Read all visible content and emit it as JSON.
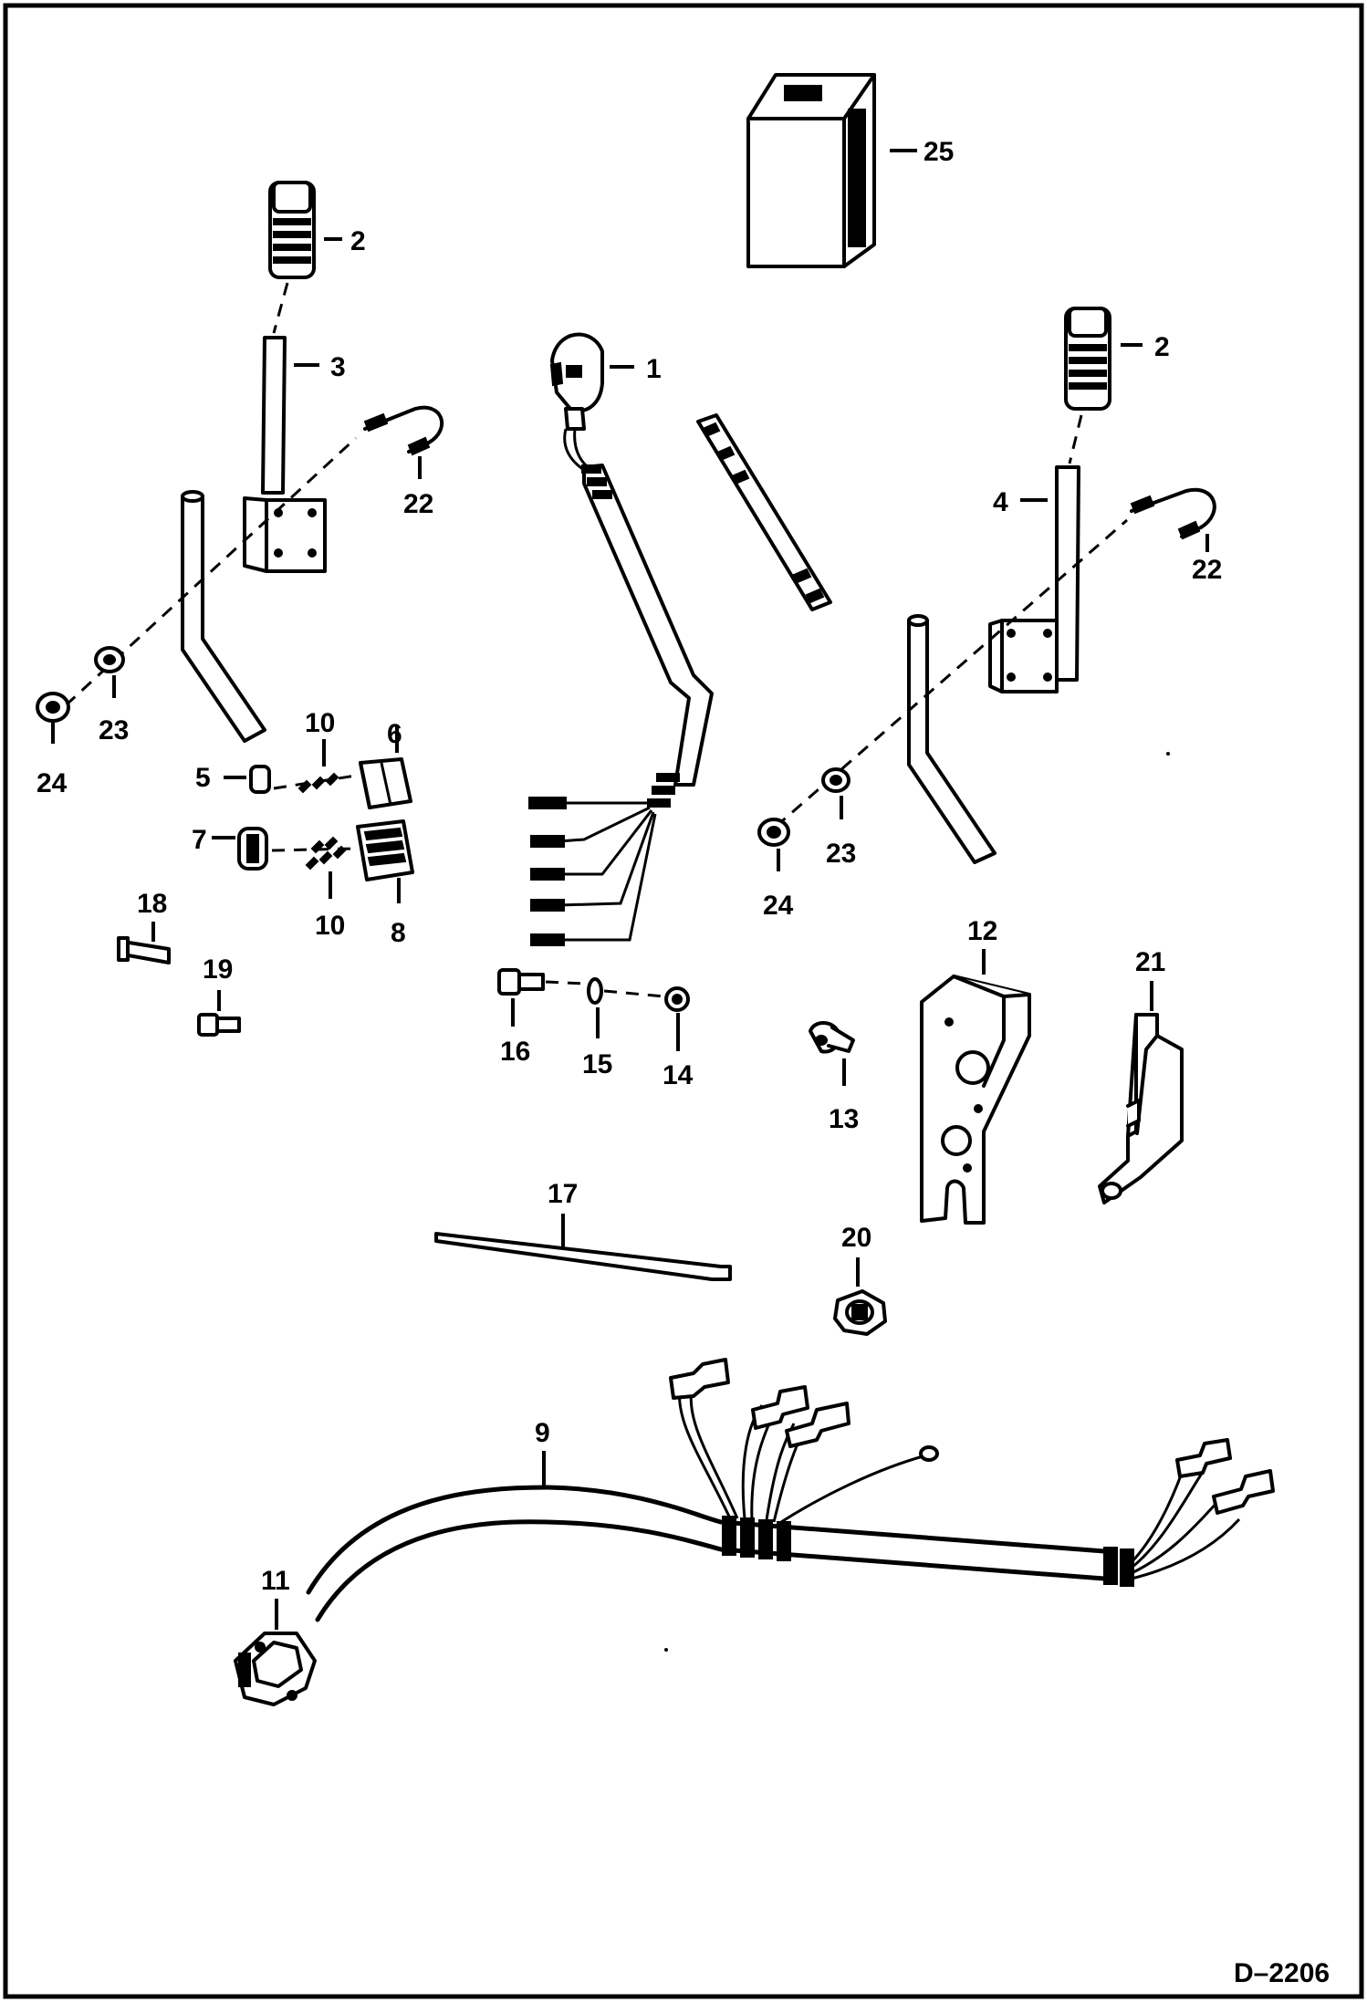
{
  "drawing_number": "D–2206",
  "callouts": {
    "c1": "1",
    "c2a": "2",
    "c2b": "2",
    "c3": "3",
    "c4": "4",
    "c5": "5",
    "c6": "6",
    "c7": "7",
    "c8": "8",
    "c9": "9",
    "c10a": "10",
    "c10b": "10",
    "c11": "11",
    "c12": "12",
    "c13": "13",
    "c14": "14",
    "c15": "15",
    "c16": "16",
    "c17": "17",
    "c18": "18",
    "c19": "19",
    "c20": "20",
    "c21": "21",
    "c22a": "22",
    "c22b": "22",
    "c23a": "23",
    "c23b": "23",
    "c24a": "24",
    "c24b": "24",
    "c25": "25"
  }
}
